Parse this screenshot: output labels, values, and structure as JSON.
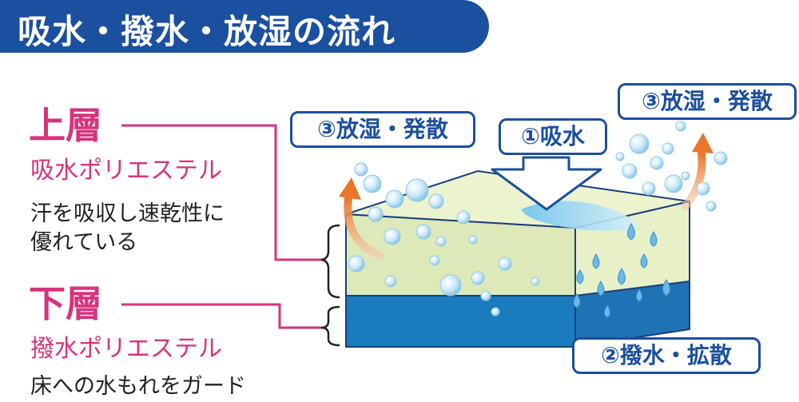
{
  "title": "吸水・撥水・放湿の流れ",
  "upper_layer": {
    "heading": "上層",
    "material": "吸水ポリエステル",
    "description_lines": [
      "汗を吸収し速乾性に",
      "優れている"
    ]
  },
  "lower_layer": {
    "heading": "下層",
    "material": "撥水ポリエステル",
    "description": "床への水もれをガード"
  },
  "callouts": {
    "absorb": "①吸水",
    "repel": "②撥水・拡散",
    "release_left": "③放湿・発散",
    "release_right": "③放湿・発散"
  },
  "colors": {
    "title_bg": "#1b4f9f",
    "accent_pink": "#d6337d",
    "upper_layer_fill": "#e4efc4",
    "lower_layer_fill": "#1b7bbf",
    "bubble": "#bfe3f6",
    "arrow_orange": "#ef8a3f"
  },
  "icons": [
    "arrow-down-icon",
    "arrow-up-icon",
    "water-drop-icon",
    "bubble-icon",
    "bracket-icon"
  ]
}
